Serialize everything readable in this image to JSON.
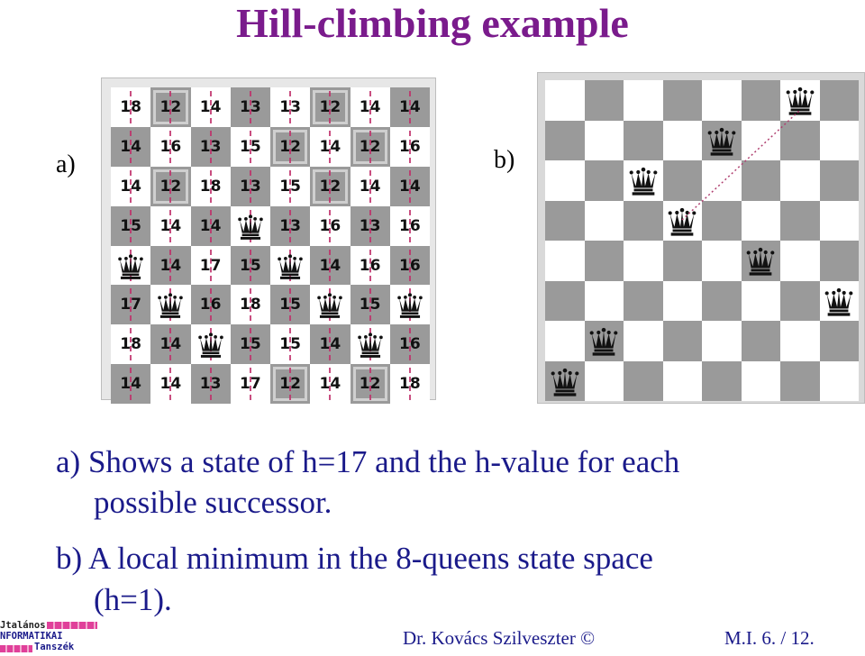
{
  "title": "Hill-climbing example",
  "panel_a_label": "a)",
  "panel_b_label": "b)",
  "board_a": {
    "values": [
      [
        "18",
        "12",
        "14",
        "13",
        "13",
        "12",
        "14",
        "14"
      ],
      [
        "14",
        "16",
        "13",
        "15",
        "12",
        "14",
        "12",
        "16"
      ],
      [
        "14",
        "12",
        "18",
        "13",
        "15",
        "12",
        "14",
        "14"
      ],
      [
        "15",
        "14",
        "14",
        "",
        "13",
        "16",
        "13",
        "16"
      ],
      [
        "",
        "14",
        "17",
        "15",
        "",
        "14",
        "16",
        "16"
      ],
      [
        "17",
        "",
        "16",
        "18",
        "15",
        "",
        "15",
        ""
      ],
      [
        "18",
        "14",
        "",
        "15",
        "15",
        "14",
        "",
        "16"
      ],
      [
        "14",
        "14",
        "13",
        "17",
        "12",
        "14",
        "12",
        "18"
      ]
    ],
    "queens": [
      [
        4,
        0
      ],
      [
        5,
        1
      ],
      [
        6,
        2
      ],
      [
        3,
        3
      ],
      [
        4,
        4
      ],
      [
        5,
        5
      ],
      [
        6,
        6
      ],
      [
        5,
        7
      ]
    ],
    "best": [
      [
        0,
        1
      ],
      [
        0,
        5
      ],
      [
        1,
        4
      ],
      [
        1,
        6
      ],
      [
        2,
        1
      ],
      [
        2,
        5
      ],
      [
        7,
        4
      ],
      [
        7,
        6
      ]
    ]
  },
  "board_b": {
    "queens": [
      [
        7,
        0
      ],
      [
        6,
        1
      ],
      [
        2,
        2
      ],
      [
        3,
        3
      ],
      [
        1,
        4
      ],
      [
        4,
        5
      ],
      [
        0,
        6
      ],
      [
        5,
        7
      ]
    ]
  },
  "caption": {
    "a_line1": "a) Shows a state of h=17 and the h-value for each",
    "a_line2": "possible successor.",
    "b_line1": "b) A local minimum in the 8-queens state space",
    "b_line2": "(h=1)."
  },
  "footer": {
    "author": "Dr. Kovács Szilveszter ©",
    "page": "M.I. 6. / 12.",
    "logo_line1": "Jtalános",
    "logo_line2": "NFORMATIKAI",
    "logo_line3": "Tanszék"
  },
  "colors": {
    "title": "#7a1b8c",
    "text": "#1a1a8a",
    "dark_square": "#9a9a9a",
    "dash": "#c0306a"
  }
}
